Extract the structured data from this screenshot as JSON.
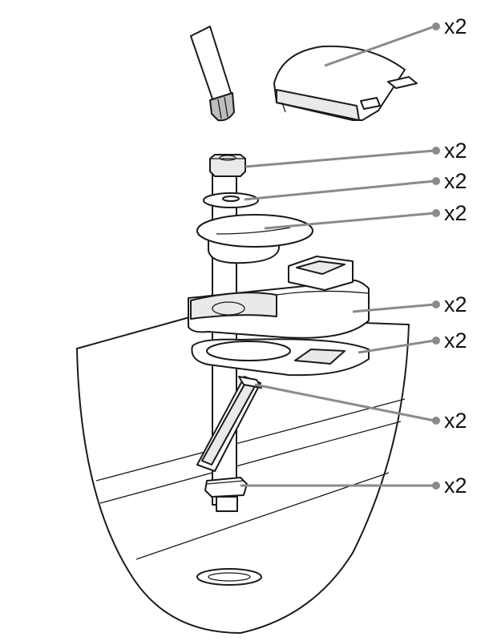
{
  "callouts": [
    {
      "id": "seat-cap",
      "quantity": "x2"
    },
    {
      "id": "bolt",
      "quantity": "x2"
    },
    {
      "id": "washer",
      "quantity": "x2"
    },
    {
      "id": "slotted-disc",
      "quantity": "x2"
    },
    {
      "id": "hinge-block",
      "quantity": "x2"
    },
    {
      "id": "flat-bracket",
      "quantity": "x2"
    },
    {
      "id": "wedge-anchor",
      "quantity": "x2"
    },
    {
      "id": "nut",
      "quantity": "x2"
    }
  ],
  "colors": {
    "leader": "#8a8a8a",
    "outline": "#1a1a1a",
    "fill": "#ffffff",
    "shade": "#e9e9e9"
  }
}
